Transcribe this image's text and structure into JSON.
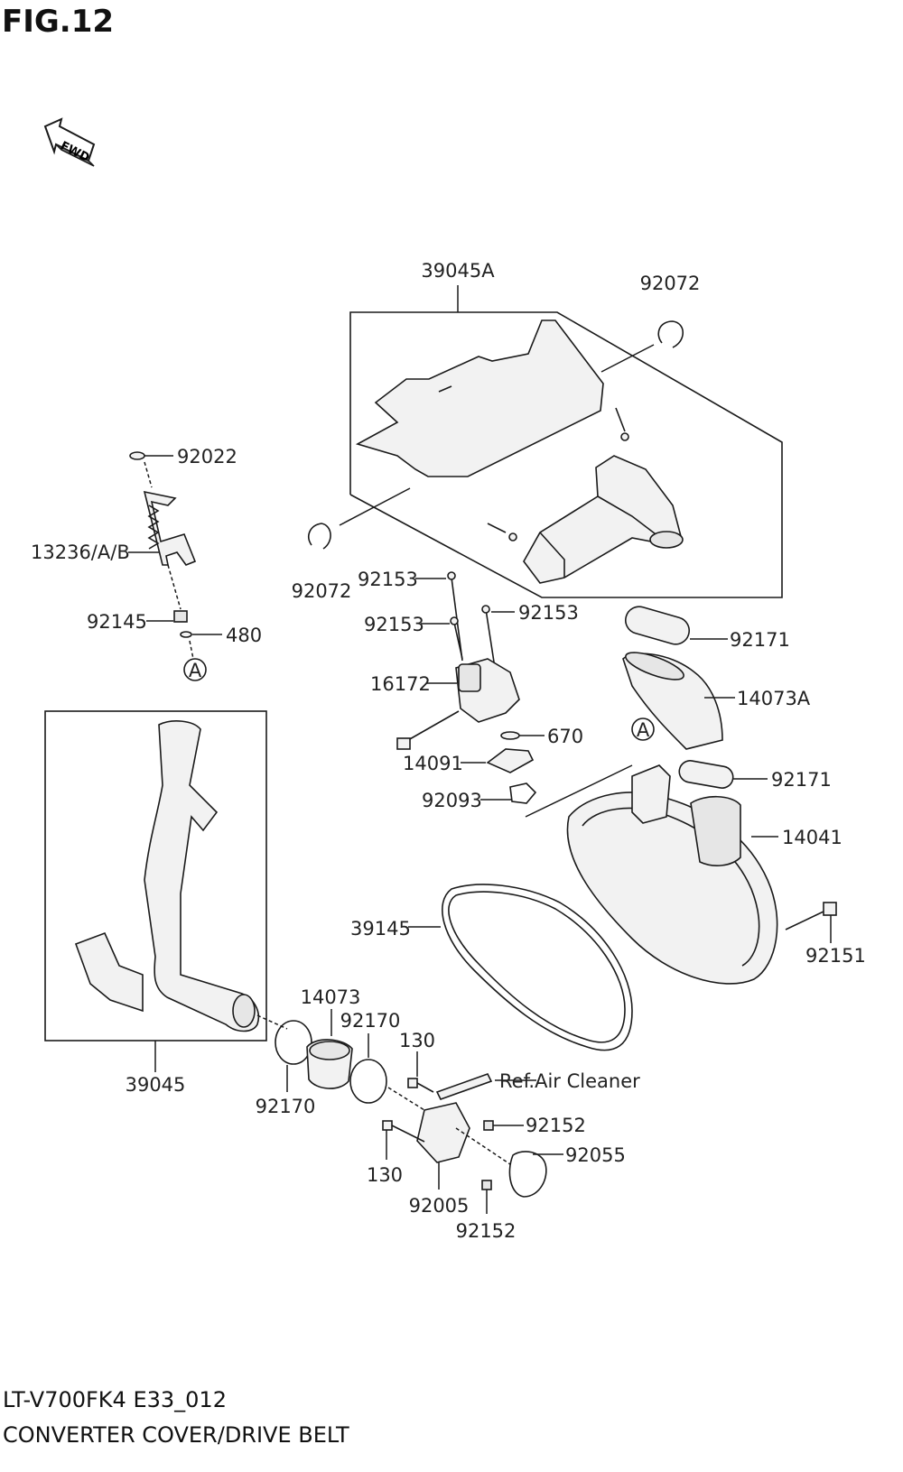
{
  "figure": {
    "title": "FIG.12",
    "fwd_label": "FWD",
    "ref_marker": "A",
    "model": "LT-V700FK4 E33_012",
    "description": "CONVERTER COVER/DRIVE BELT"
  },
  "labels": {
    "p39045A": "39045A",
    "p92072_top": "92072",
    "p92072_left": "92072",
    "p92022": "92022",
    "p13236": "13236/A/B",
    "p92145": "92145",
    "p480": "480",
    "p92153_a": "92153",
    "p92153_b": "92153",
    "p92153_c": "92153",
    "p16172": "16172",
    "p670": "670",
    "p14091": "14091",
    "p92093": "92093",
    "p92171_top": "92171",
    "p14073A": "14073A",
    "p92171_mid": "92171",
    "p14041": "14041",
    "p92151": "92151",
    "p39145": "39145",
    "p14073": "14073",
    "p92170_top": "92170",
    "p92170_bottom": "92170",
    "p130_top": "130",
    "p130_bottom": "130",
    "ref_air_cleaner": "Ref.Air Cleaner",
    "p92152_top": "92152",
    "p92152_bottom": "92152",
    "p92055": "92055",
    "p92005": "92005",
    "p39045": "39045"
  },
  "colors": {
    "line": "#1a1a1a",
    "part_fill": "#f2f2f2",
    "background": "#ffffff"
  }
}
